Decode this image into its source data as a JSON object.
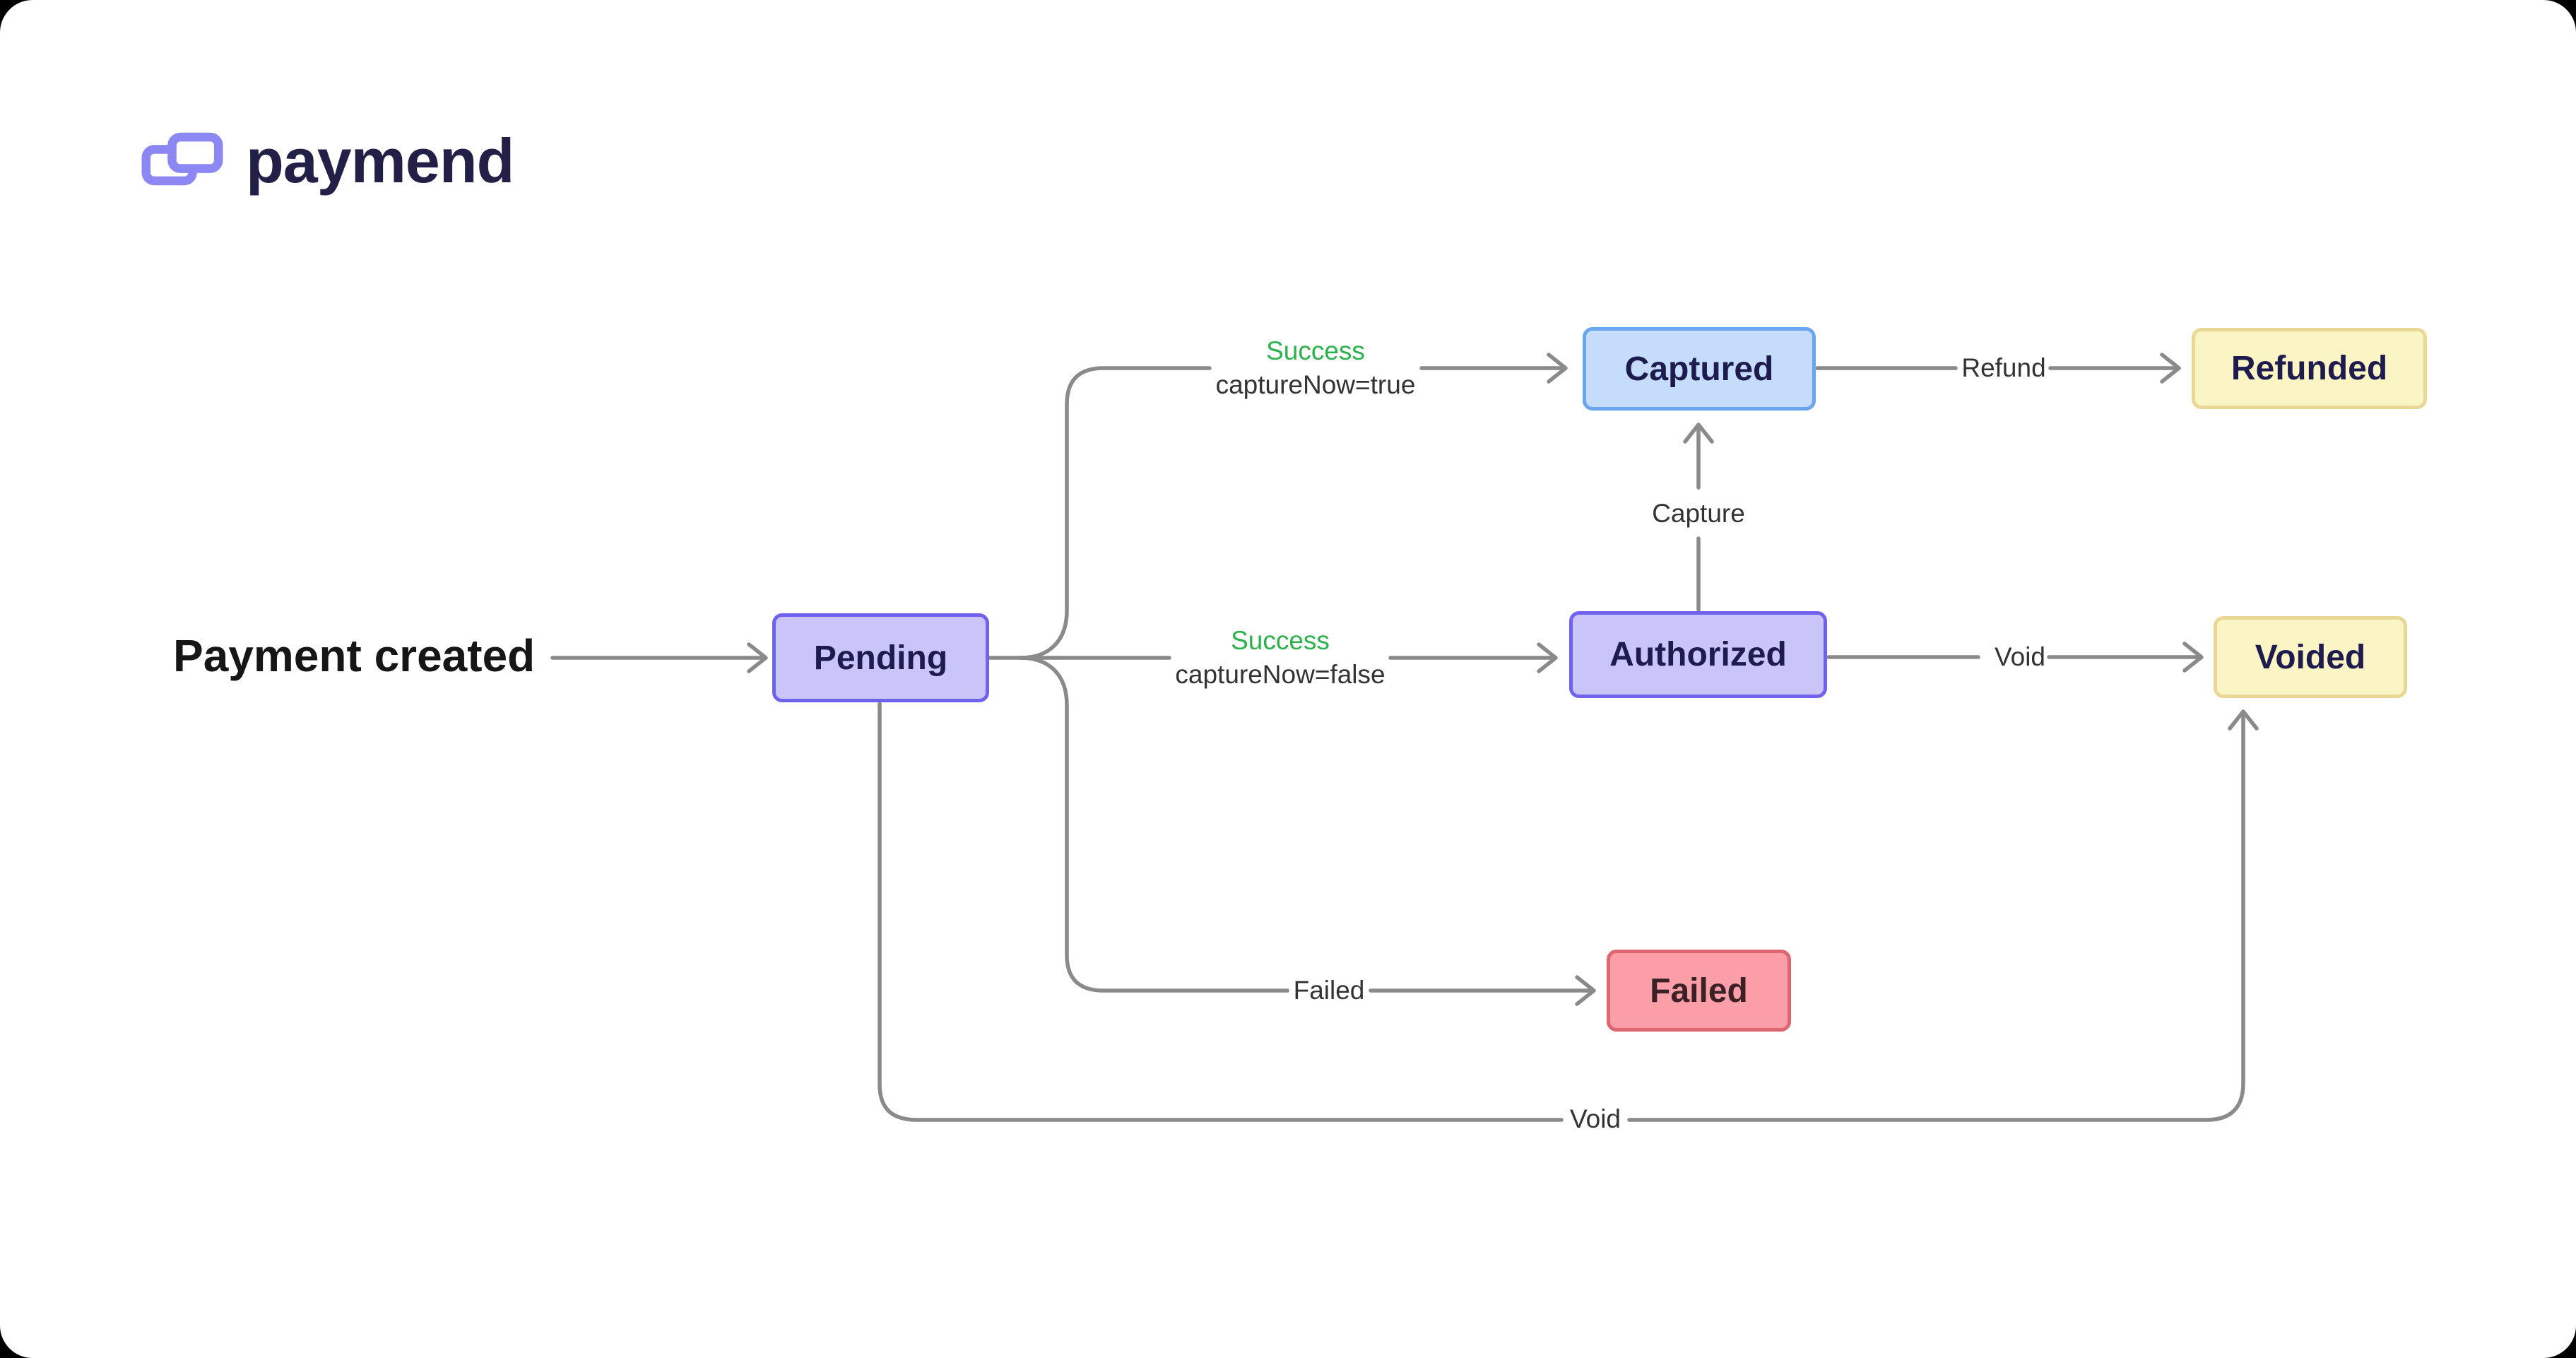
{
  "brand": {
    "name": "paymend",
    "icon": "chain-link-icon",
    "icon_color": "#8D87F3",
    "text_color": "#232047"
  },
  "diagram": {
    "start_label": "Payment created",
    "nodes": [
      {
        "id": "pending",
        "label": "Pending",
        "fill": "#C9C5F8",
        "border": "#6F63EE",
        "text_color": "#1E1B4E"
      },
      {
        "id": "captured",
        "label": "Captured",
        "fill": "#C5DDFA",
        "border": "#6BA4EF",
        "text_color": "#1E1B4E"
      },
      {
        "id": "refunded",
        "label": "Refunded",
        "fill": "#FBF5C5",
        "border": "#E7D995",
        "text_color": "#1E1B4E"
      },
      {
        "id": "authorized",
        "label": "Authorized",
        "fill": "#C9C5F8",
        "border": "#6F63EE",
        "text_color": "#1E1B4E"
      },
      {
        "id": "voided",
        "label": "Voided",
        "fill": "#FBF5C5",
        "border": "#E7D995",
        "text_color": "#1E1B4E"
      },
      {
        "id": "failed",
        "label": "Failed",
        "fill": "#FB9EA7",
        "border": "#DD6670",
        "text_color": "#3A2126"
      }
    ],
    "edges": [
      {
        "id": "create",
        "from": "start",
        "to": "pending"
      },
      {
        "id": "capture-now-true",
        "from": "pending",
        "to": "captured",
        "status": "Success",
        "condition": "captureNow=true"
      },
      {
        "id": "capture-now-false",
        "from": "pending",
        "to": "authorized",
        "status": "Success",
        "condition": "captureNow=false"
      },
      {
        "id": "fail",
        "from": "pending",
        "to": "failed",
        "label": "Failed"
      },
      {
        "id": "refund",
        "from": "captured",
        "to": "refunded",
        "label": "Refund"
      },
      {
        "id": "capture",
        "from": "authorized",
        "to": "captured",
        "label": "Capture"
      },
      {
        "id": "void-authorized",
        "from": "authorized",
        "to": "voided",
        "label": "Void"
      },
      {
        "id": "void-pending",
        "from": "pending",
        "to": "voided",
        "label": "Void"
      }
    ],
    "colors": {
      "edge": "#8A8A8A",
      "success_label": "#2DB14C",
      "failed_label": "#E3242C",
      "edge_label": "#333333"
    }
  }
}
